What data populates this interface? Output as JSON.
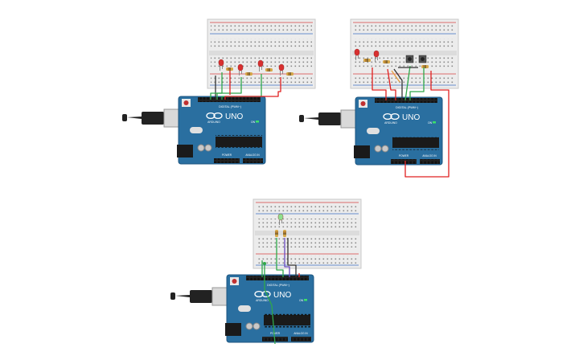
{
  "labels": {
    "uno": "UNO",
    "arduino": "ARDUINO",
    "digital": "DIGITAL (PWM~)",
    "power": "POWER",
    "analog": "ANALOG IN",
    "on": "ON"
  },
  "colors": {
    "board": "#2a6fa0",
    "board_edge": "#1d5680",
    "breadboard": "#ececec",
    "rail_red": "#d84040",
    "rail_blue": "#3b6fc4",
    "wire_red": "#e02020",
    "wire_green": "#2fa84a",
    "wire_black": "#333333",
    "wire_purple": "#6a4bc0",
    "led_red": "#d83030",
    "led_green": "#8fe08f",
    "resistor": "#d6a84a",
    "usb_plug": "#222222",
    "usb_shell": "#d9d9d9",
    "chip": "#1a1a1a"
  },
  "circuits": [
    {
      "id": "circuit-1",
      "parts": [
        "4 red LEDs",
        "4 resistors"
      ]
    },
    {
      "id": "circuit-2",
      "parts": [
        "2 red LEDs",
        "2 push buttons",
        "3 resistors"
      ]
    },
    {
      "id": "circuit-3",
      "parts": [
        "1 green LED",
        "2 resistors"
      ]
    }
  ]
}
